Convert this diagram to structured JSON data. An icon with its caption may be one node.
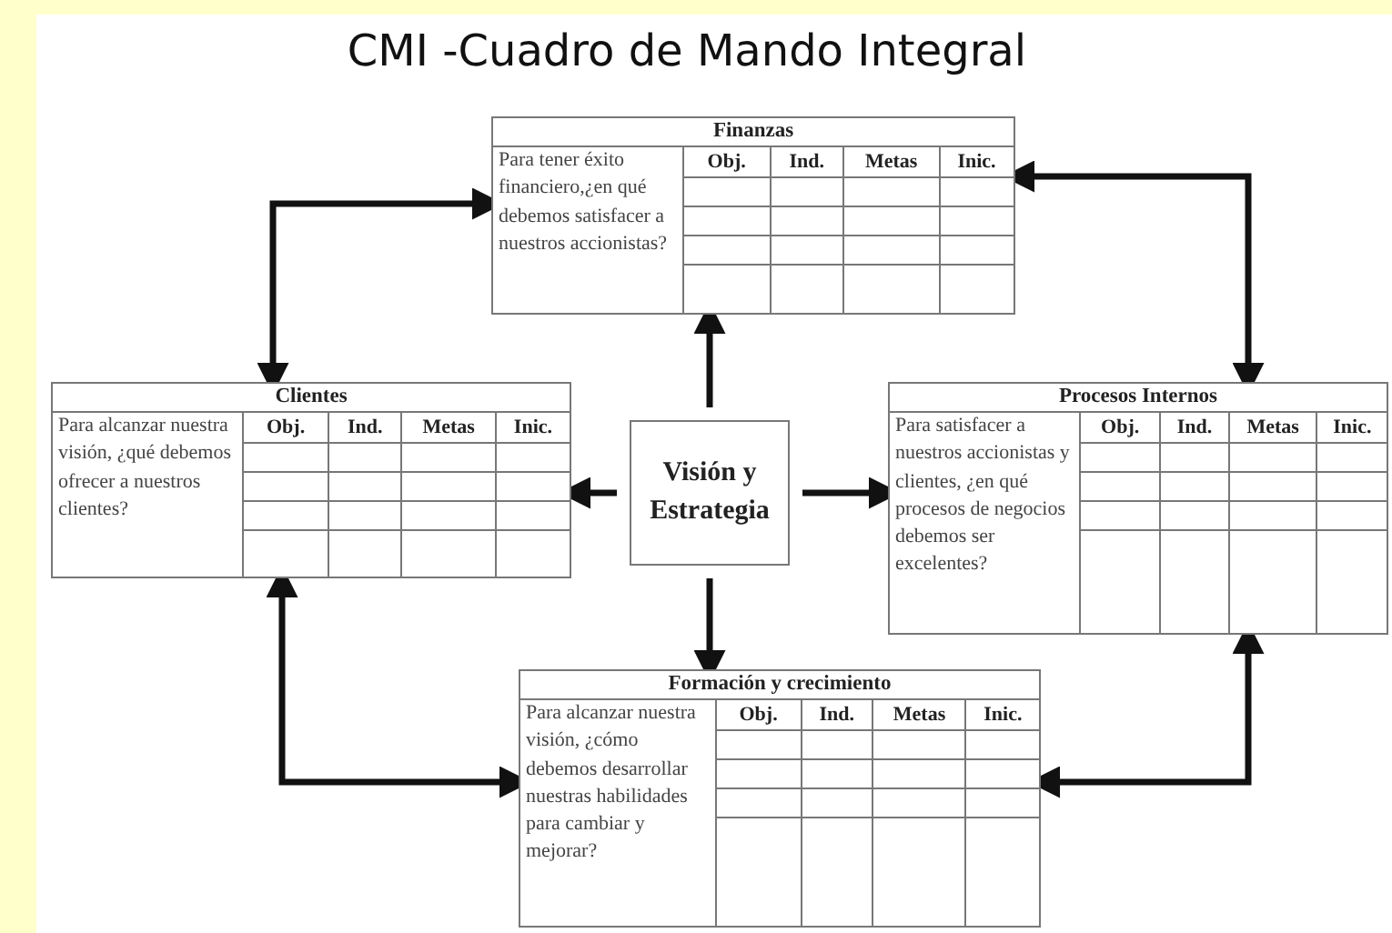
{
  "diagram": {
    "title": "CMI -Cuadro de Mando Integral",
    "nodes": [
      {
        "text": [
          "Finanzas",
          "Para tener éxito financiero,¿en qué debemos satisfacer a nuestros accionistas?",
          "Obj.",
          "Ind.",
          "Metas",
          "Inic."
        ]
      },
      {
        "text": [
          "Clientes",
          "Para alcanzar nuestra visión, ¿qué debemos ofrecer a nuestros clientes?",
          "Obj.",
          "Ind.",
          "Metas",
          "Inic."
        ]
      },
      {
        "text": [
          "Visión y Estrategia"
        ]
      },
      {
        "text": [
          "Procesos Internos",
          "Para satisfacer a nuestros accionistas y clientes, ¿en qué procesos de negocios debemos ser excelentes?",
          "Obj.",
          "Ind.",
          "Metas",
          "Inic."
        ]
      },
      {
        "text": [
          "Formación y crecimiento",
          "Para alcanzar nuestra visión, ¿cómo debemos desarrollar nuestras habilidades para cambiar y mejorar?",
          "Obj.",
          "Ind.",
          "Metas",
          "Inic."
        ]
      }
    ],
    "edges": [
      {
        "from": 2,
        "to": 0,
        "arrow": "to"
      },
      {
        "from": 2,
        "to": 1,
        "arrow": "to"
      },
      {
        "from": 2,
        "to": 3,
        "arrow": "to"
      },
      {
        "from": 2,
        "to": 4,
        "arrow": "to"
      },
      {
        "from": 0,
        "to": 1,
        "arrow": "both"
      },
      {
        "from": 0,
        "to": 3,
        "arrow": "both"
      },
      {
        "from": 1,
        "to": 4,
        "arrow": "both"
      },
      {
        "from": 3,
        "to": 4,
        "arrow": "both"
      }
    ]
  }
}
